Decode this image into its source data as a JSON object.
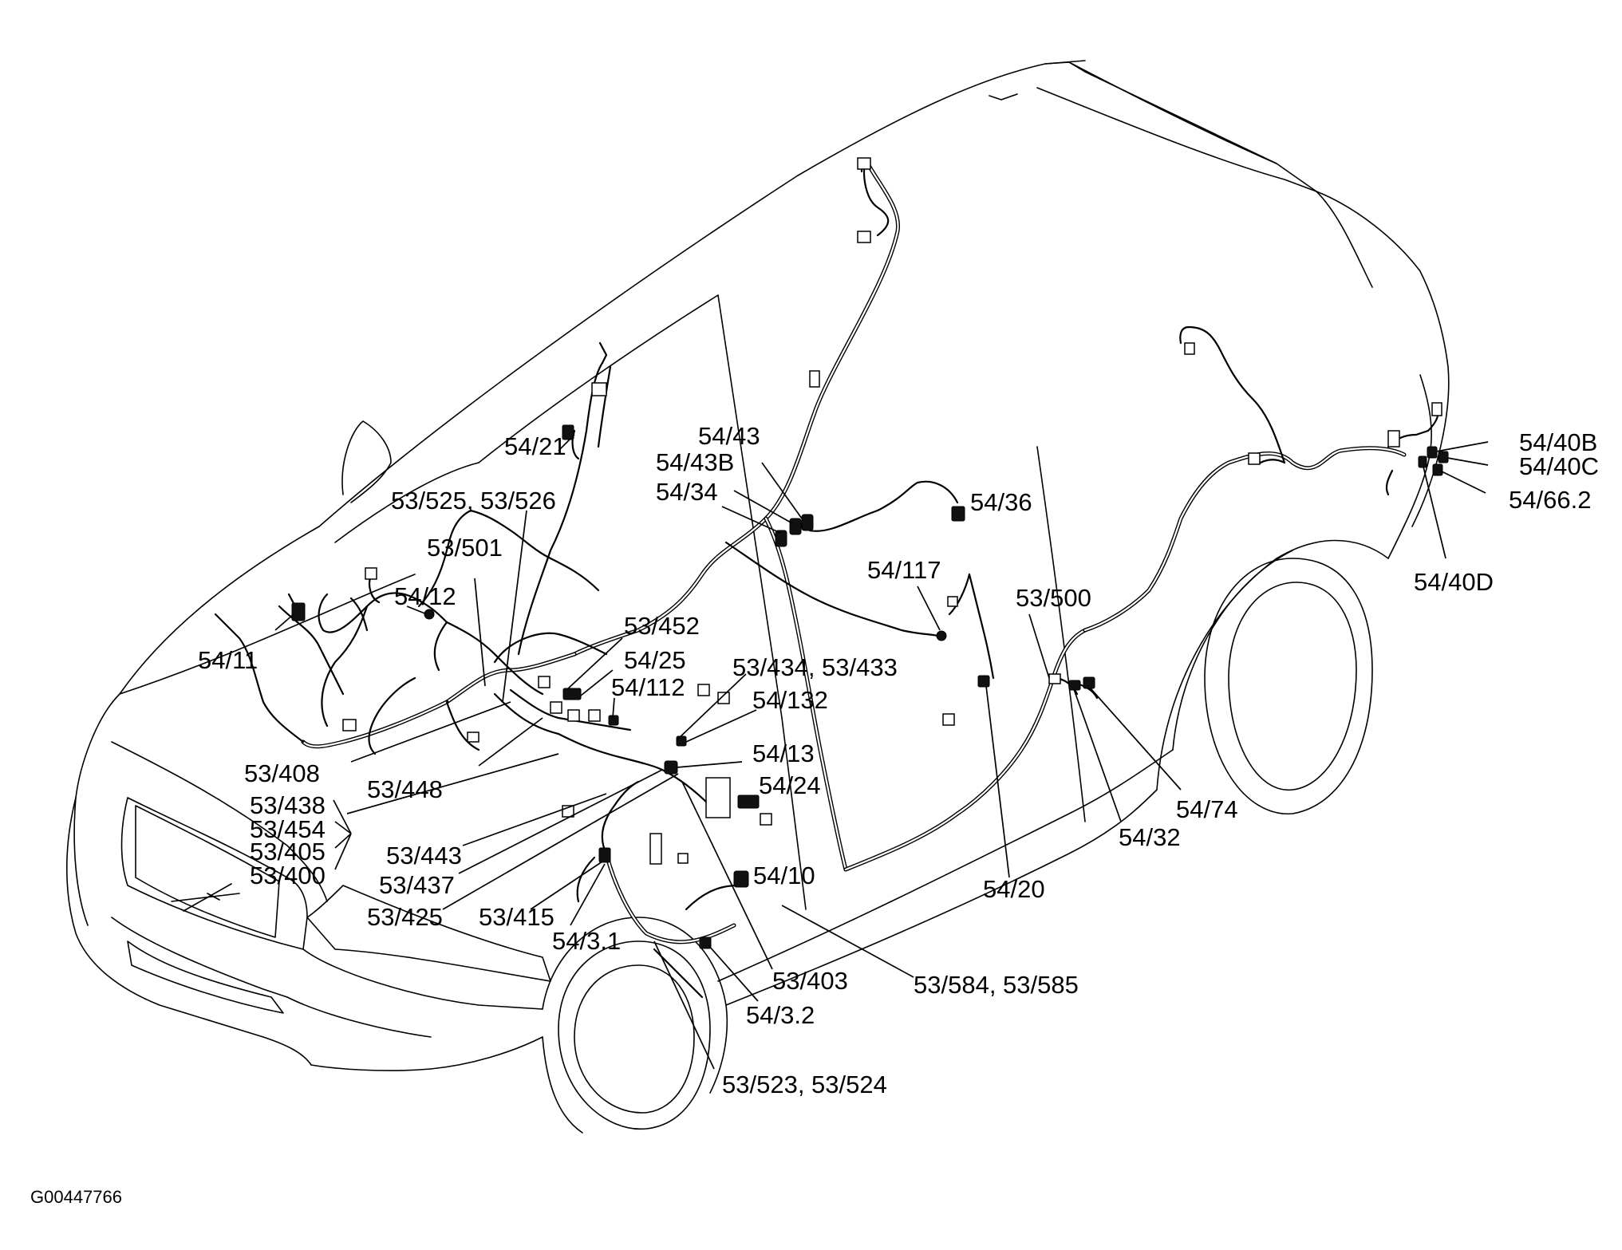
{
  "figure_id": "G00447766",
  "labels": [
    {
      "id": "54-21",
      "text": "54/21"
    },
    {
      "id": "53-525",
      "text": "53/525, 53/526"
    },
    {
      "id": "53-501",
      "text": "53/501"
    },
    {
      "id": "54-12",
      "text": "54/12"
    },
    {
      "id": "54-11",
      "text": "54/11"
    },
    {
      "id": "54-43",
      "text": "54/43"
    },
    {
      "id": "54-43b",
      "text": "54/43B"
    },
    {
      "id": "54-34",
      "text": "54/34"
    },
    {
      "id": "54-36",
      "text": "54/36"
    },
    {
      "id": "54-117",
      "text": "54/117"
    },
    {
      "id": "53-452",
      "text": "53/452"
    },
    {
      "id": "54-25",
      "text": "54/25"
    },
    {
      "id": "54-112",
      "text": "54/112"
    },
    {
      "id": "53-434",
      "text": "53/434, 53/433"
    },
    {
      "id": "54-132",
      "text": "54/132"
    },
    {
      "id": "54-13",
      "text": "54/13"
    },
    {
      "id": "54-24",
      "text": "54/24"
    },
    {
      "id": "53-408",
      "text": "53/408"
    },
    {
      "id": "53-448",
      "text": "53/448"
    },
    {
      "id": "53-438",
      "text": "53/438"
    },
    {
      "id": "53-454",
      "text": "53/454"
    },
    {
      "id": "53-405",
      "text": "53/405"
    },
    {
      "id": "53-400",
      "text": "53/400"
    },
    {
      "id": "53-443",
      "text": "53/443"
    },
    {
      "id": "53-437",
      "text": "53/437"
    },
    {
      "id": "53-425",
      "text": "53/425"
    },
    {
      "id": "53-415",
      "text": "53/415"
    },
    {
      "id": "54-3-1",
      "text": "54/3.1"
    },
    {
      "id": "54-10",
      "text": "54/10"
    },
    {
      "id": "53-403",
      "text": "53/403"
    },
    {
      "id": "54-3-2",
      "text": "54/3.2"
    },
    {
      "id": "53-584",
      "text": "53/584, 53/585"
    },
    {
      "id": "53-523",
      "text": "53/523, 53/524"
    },
    {
      "id": "53-500",
      "text": "53/500"
    },
    {
      "id": "54-20",
      "text": "54/20"
    },
    {
      "id": "54-32",
      "text": "54/32"
    },
    {
      "id": "54-74",
      "text": "54/74"
    },
    {
      "id": "54-40b",
      "text": "54/40B"
    },
    {
      "id": "54-40c",
      "text": "54/40C"
    },
    {
      "id": "54-66-2",
      "text": "54/66.2"
    },
    {
      "id": "54-40d",
      "text": "54/40D"
    }
  ]
}
